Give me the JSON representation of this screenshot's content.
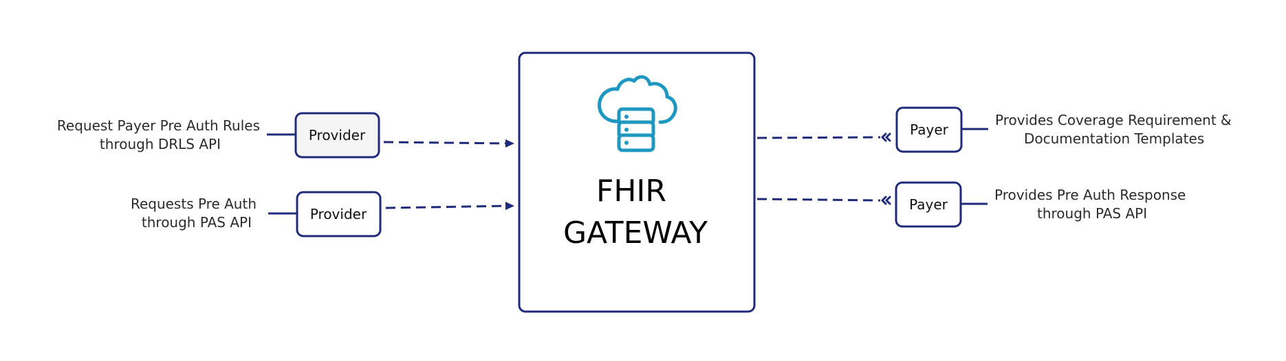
{
  "diagram": {
    "gateway": {
      "title_line1": "FHIR",
      "title_line2": "GATEWAY",
      "icon": "cloud-server-icon"
    },
    "left_nodes": [
      {
        "label": "Provider",
        "desc_line1": "Request Payer Pre Auth Rules",
        "desc_line2": "through DRLS API"
      },
      {
        "label": "Provider",
        "desc_line1": "Requests Pre Auth",
        "desc_line2": "through PAS API"
      }
    ],
    "right_nodes": [
      {
        "label": "Payer",
        "desc_line1": "Provides Coverage Requirement &",
        "desc_line2": "Documentation Templates"
      },
      {
        "label": "Payer",
        "desc_line1": "Provides Pre Auth Response",
        "desc_line2": "through PAS API"
      }
    ],
    "colors": {
      "outline": "#1f2a7a",
      "icon": "#1e98c0"
    }
  }
}
